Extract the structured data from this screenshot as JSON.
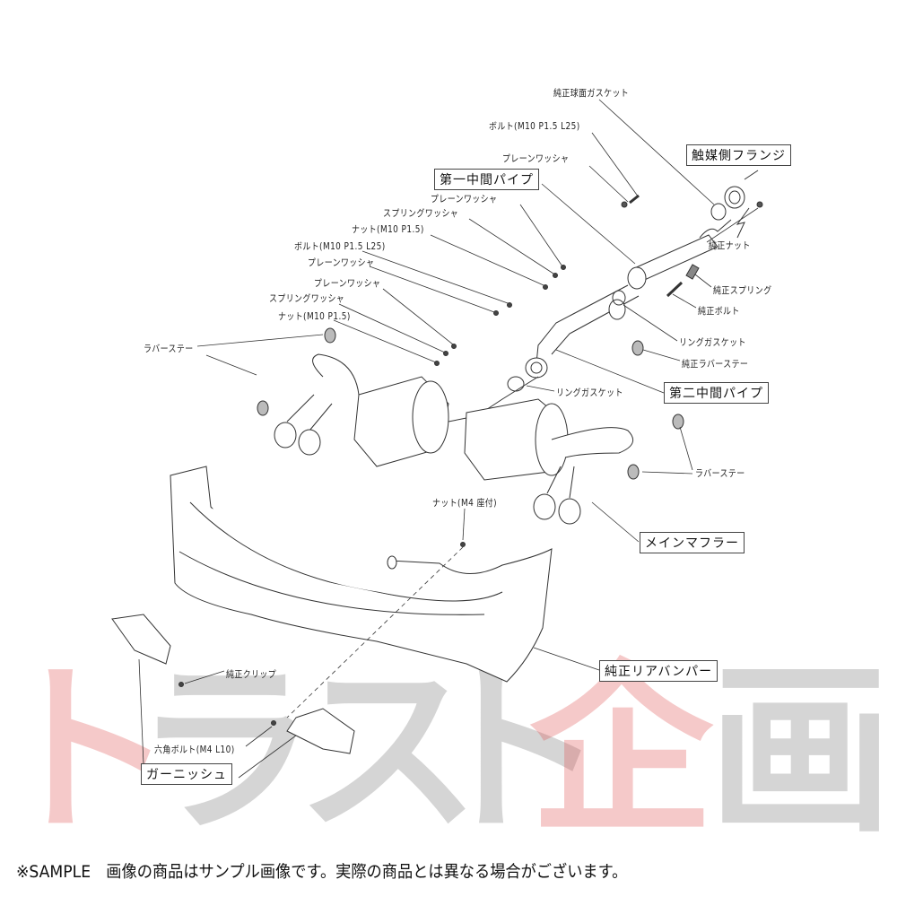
{
  "watermark": {
    "chars": [
      "ト",
      "ラ",
      "ス",
      "ト",
      "企",
      "画"
    ],
    "colors": {
      "red": "#e05050",
      "gray": "#777777"
    }
  },
  "labels": {
    "oem_spherical_gasket": "純正球面ガスケット",
    "bolt_upper": "ボルト(M10 P1.5 L25)",
    "plain_washer_upper": "プレーンワッシャ",
    "plain_washer_a": "プレーンワッシャ",
    "spring_washer_a": "スプリングワッシャ",
    "nut_a": "ナット(M10 P1.5)",
    "bolt_mid": "ボルト(M10 P1.5 L25)",
    "plain_washer_b": "プレーンワッシャ",
    "plain_washer_c": "プレーンワッシャ",
    "spring_washer_c": "スプリングワッシャ",
    "nut_c": "ナット(M10 P1.5)",
    "oem_nut": "純正ナット",
    "oem_spring": "純正スプリング",
    "oem_bolt": "純正ボルト",
    "ring_gasket_upper": "リングガスケット",
    "oem_rubber_stay": "純正ラバーステー",
    "rubber_stay_left": "ラバーステー",
    "ring_gasket_lower": "リングガスケット",
    "rubber_stay_right": "ラバーステー",
    "nut_m4": "ナット(M4 座付)",
    "oem_clip": "純正クリップ",
    "hex_bolt": "六角ボルト(M4 L10)"
  },
  "parts": {
    "catalyst_flange": "触媒側フランジ",
    "first_mid_pipe": "第一中間パイプ",
    "second_mid_pipe": "第二中間パイプ",
    "main_muffler": "メインマフラー",
    "oem_rear_bumper": "純正リアバンパー",
    "garnish": "ガーニッシュ"
  },
  "footer": "※SAMPLE　画像の商品はサンプル画像です。実際の商品とは異なる場合がございます。"
}
